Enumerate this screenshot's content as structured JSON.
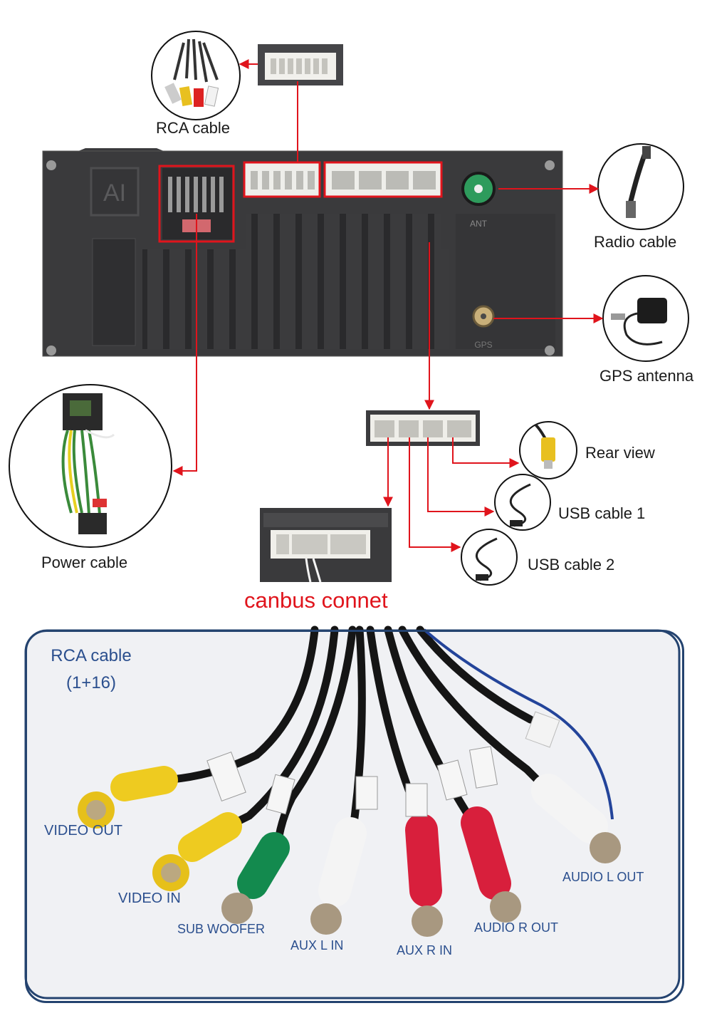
{
  "callouts": {
    "rca_cable": "RCA cable",
    "radio_cable": "Radio cable",
    "gps_antenna": "GPS antenna",
    "power_cable": "Power cable",
    "rear_view": "Rear view",
    "usb_cable_1": "USB cable 1",
    "usb_cable_2": "USB cable 2",
    "canbus": "canbus connet"
  },
  "unit_markings": {
    "ai_logo": "AI",
    "ant_port": "ANT",
    "gps_port": "GPS"
  },
  "rca_panel": {
    "title_line1": "RCA cable",
    "title_line2": "(1+16)",
    "video_out": "VIDEO OUT",
    "video_in": "VIDEO IN",
    "sub_woofer": "SUB WOOFER",
    "aux_l_in": "AUX L IN",
    "aux_r_in": "AUX R IN",
    "audio_r_out": "AUDIO R OUT",
    "audio_l_out": "AUDIO L OUT"
  },
  "colors": {
    "callout_red": "#e0141c",
    "unit_body": "#3a3a3c",
    "panel_border": "#24436f",
    "panel_text": "#2b4f8e",
    "rca_yellow": "#f2cc1a",
    "rca_green": "#138a4e",
    "rca_white": "#f4f4f4",
    "rca_red": "#d81f3c"
  }
}
